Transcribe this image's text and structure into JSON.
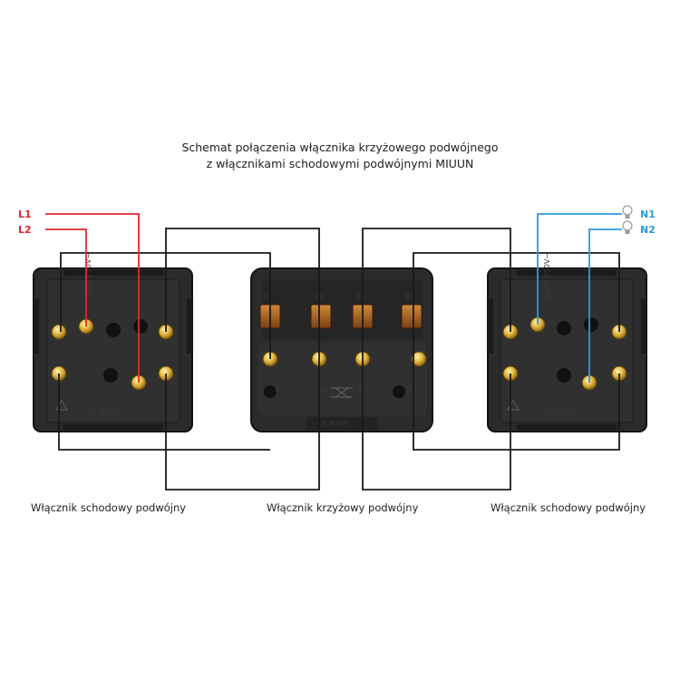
{
  "title": {
    "line1": "Schemat połączenia włącznika krzyżowego podwójnego",
    "line2": "z włącznikami schodowymi podwójnymi MIUUN"
  },
  "inputs": {
    "l1": "L1",
    "l2": "L2",
    "n1": "N1",
    "n2": "N2"
  },
  "colors": {
    "phase_wire": "#e8262d",
    "neutral_wire": "#2b9be0",
    "link_wire": "#1a1a1a",
    "device_body": "#2b2b2b"
  },
  "devices": {
    "left": {
      "caption": "Włącznik schodowy podwójny",
      "rating": "10AX 250V~",
      "marks": "CE RoHS"
    },
    "middle": {
      "caption": "Włącznik krzyżowy podwójny",
      "terminals_top": [
        "E1",
        "A1",
        "E3",
        "B1"
      ],
      "terminals_bottom": [
        "A",
        "L2",
        "B",
        "L2"
      ],
      "marks": "CE RoHS"
    },
    "right": {
      "caption": "Włącznik schodowy podwójny",
      "rating": "10AX 250V~",
      "marks": "CE RoHS"
    }
  }
}
